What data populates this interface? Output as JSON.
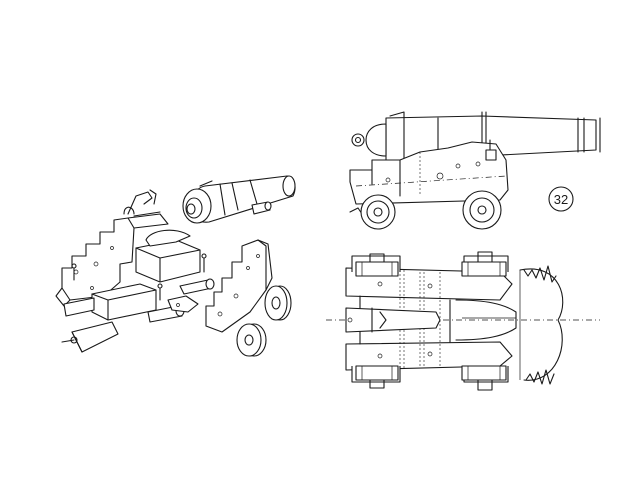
{
  "figure": {
    "plate_number": "32",
    "parts": [
      "cannon-barrel",
      "carriage-cheek-left",
      "carriage-cheek-right",
      "truck-wheel",
      "quoin-wedge",
      "axletree"
    ],
    "views": [
      "exploded-isometric",
      "side-elevation",
      "plan-view"
    ],
    "line_color": "#1a1a1a",
    "background": "#ffffff"
  }
}
